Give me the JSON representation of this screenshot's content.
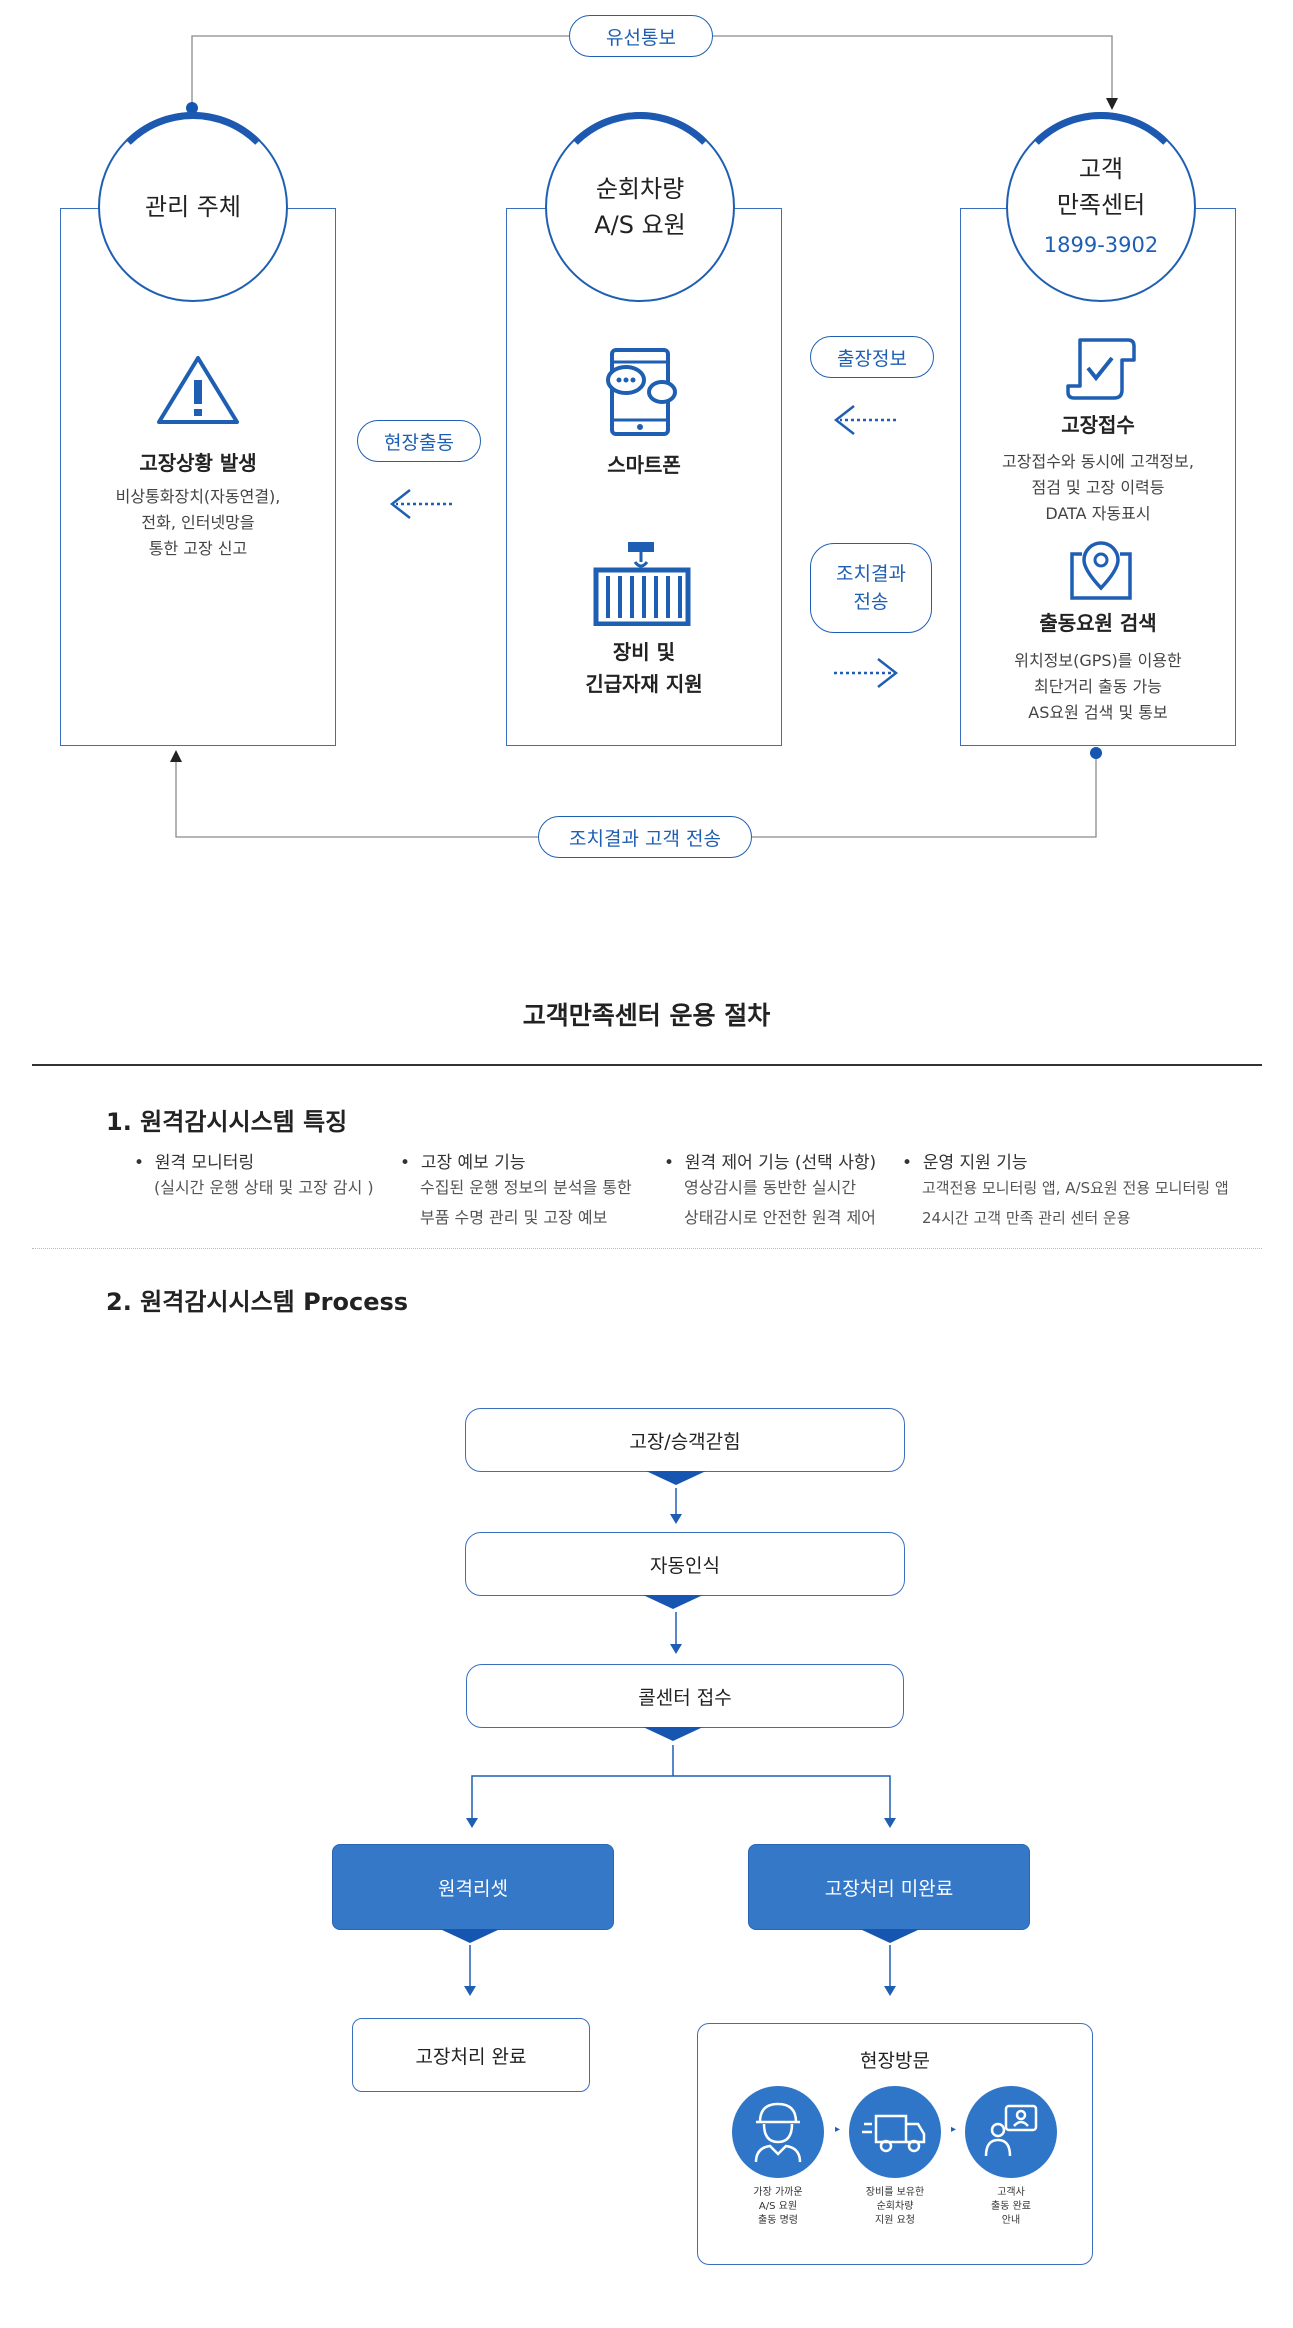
{
  "top": {
    "pill_top": "유선통보",
    "pill_bottom": "조치결과 고객 전송",
    "pill_left": "현장출동",
    "pill_right_top": "출장정보",
    "pill_right_bottom": "조치결과\n전송",
    "left": {
      "circle": "관리 주체",
      "title": "고장상황 발생",
      "desc": "비상통화장치(자동연결),\n전화, 인터넷망을\n통한 고장 신고",
      "icon": "warning-icon"
    },
    "middle": {
      "circle": "순회차량\nA/S 요원",
      "item1_title": "스마트폰",
      "item1_icon": "smartphone-icon",
      "item2_title": "장비 및\n긴급자재 지원",
      "item2_icon": "container-icon"
    },
    "right": {
      "circle_line1": "고객",
      "circle_line2": "만족센터",
      "circle_phone": "1899-3902",
      "item1_title": "고장접수",
      "item1_desc": "고장접수와 동시에 고객정보,\n점검 및 고장 이력등\nDATA 자동표시",
      "item1_icon": "document-check-icon",
      "item2_title": "출동요원 검색",
      "item2_desc": "위치정보(GPS)를 이용한\n최단거리 출동 가능\nAS요원 검색 및 통보",
      "item2_icon": "location-pin-icon"
    }
  },
  "section_title": "고객만족센터 운용 절차",
  "features": {
    "heading": "1. 원격감시시스템 특징",
    "items": [
      {
        "title": "원격 모니터링",
        "desc": "(실시간 운행 상태 및 고장 감시 )"
      },
      {
        "title": "고장 예보 기능",
        "desc": "수집된 운행 정보의 분석을 통한\n부품 수명 관리 및 고장 예보"
      },
      {
        "title": "원격 제어 기능 (선택 사항)",
        "desc": "영상감시를 동반한 실시간\n상태감시로 안전한 원격 제어"
      },
      {
        "title": "운영 지원 기능",
        "desc": "고객전용 모니터링 앱, A/S요원 전용 모니터링 앱\n24시간 고객 만족 관리 센터 운용"
      }
    ]
  },
  "process": {
    "heading": "2. 원격감시시스템 Process",
    "step1": "고장/승객갇힘",
    "step2": "자동인식",
    "step3": "콜센터 접수",
    "branch_left": "원격리셋",
    "branch_right": "고장처리 미완료",
    "result_left": "고장처리 완료",
    "result_right_title": "현장방문",
    "visit_steps": [
      {
        "icon": "worker-helmet-icon",
        "caption": "가장 가까운\nA/S 요원\n출동 명령"
      },
      {
        "icon": "truck-icon",
        "caption": "장비를 보유한\n순회차량\n지원 요청"
      },
      {
        "icon": "customer-chat-icon",
        "caption": "고객사\n출동 완료\n안내"
      }
    ]
  },
  "colors": {
    "primary": "#1f5fb3",
    "fill_box": "#3578c8",
    "text": "#222222"
  }
}
